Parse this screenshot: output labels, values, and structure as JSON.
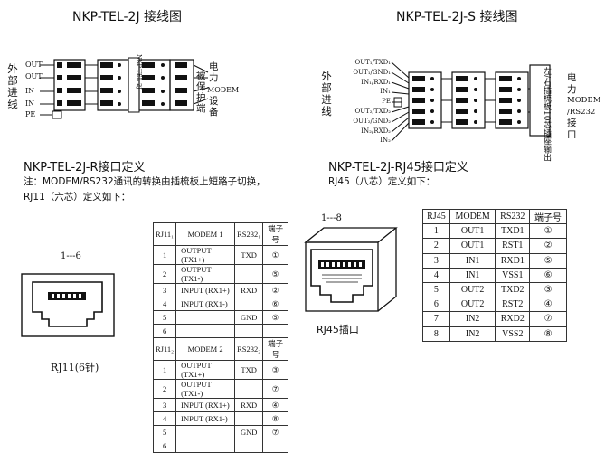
{
  "titles": {
    "left": "NKP-TEL-2J 接线图",
    "right": "NKP-TEL-2J-S 接线图"
  },
  "left_diagram": {
    "side_left": "外部进线",
    "ports": [
      "OUT",
      "OUT",
      "IN",
      "IN"
    ],
    "pe": "PE",
    "device_label": "NKP-TEL-2J",
    "side_right": [
      "电",
      "被",
      "力",
      "保",
      "MODEM",
      "护",
      "设",
      "端",
      "备"
    ]
  },
  "right_diagram": {
    "side_left": "外部进线",
    "ports": [
      "OUT₁/TXD₁",
      "OUT₁/GND₁",
      "IN₁/RXD₁",
      "IN₁",
      "PE",
      "OUT₂/TXD₂",
      "OUT₂/GND₂",
      "IN₂/RXD₂",
      "IN₂"
    ],
    "board_label": "左/右插梳板10芯插座输出",
    "side_right": [
      "电",
      "力",
      "MODEM",
      "/RS232",
      "接",
      "口"
    ]
  },
  "rj11_section": {
    "heading": "NKP-TEL-2J-R接口定义",
    "note_line1": "注：MODEM/RS232通讯的转换由插梳板上短路子切换，",
    "note_line2": "RJ11（六芯）定义如下：",
    "pin_range": "1---6",
    "caption": "RJ11(6针)",
    "table1": {
      "headers": [
        "RJ11₁",
        "MODEM 1",
        "RS232₁",
        "端子号"
      ],
      "rows": [
        [
          "1",
          "OUTPUT (TX1+)",
          "TXD",
          "①"
        ],
        [
          "2",
          "OUTPUT (TX1-)",
          "",
          "⑤"
        ],
        [
          "3",
          "INPUT (RX1+)",
          "RXD",
          "②"
        ],
        [
          "4",
          "INPUT (RX1-)",
          "",
          "⑥"
        ],
        [
          "5",
          "",
          "GND",
          "⑤"
        ],
        [
          "6",
          "",
          "",
          ""
        ]
      ]
    },
    "table2": {
      "headers": [
        "RJ11₂",
        "MODEM 2",
        "RS232₂",
        "端子号"
      ],
      "rows": [
        [
          "1",
          "OUTPUT (TX1+)",
          "TXD",
          "③"
        ],
        [
          "2",
          "OUTPUT (TX1-)",
          "",
          "⑦"
        ],
        [
          "3",
          "INPUT (RX1+)",
          "RXD",
          "④"
        ],
        [
          "4",
          "INPUT (RX1-)",
          "",
          "⑧"
        ],
        [
          "5",
          "",
          "GND",
          "⑦"
        ],
        [
          "6",
          "",
          "",
          ""
        ]
      ]
    }
  },
  "rj45_section": {
    "heading": "NKP-TEL-2J-RJ45接口定义",
    "note": "RJ45（八芯）定义如下：",
    "pin_range": "1---8",
    "caption": "RJ45插口",
    "table": {
      "headers": [
        "RJ45",
        "MODEM",
        "RS232",
        "端子号"
      ],
      "rows": [
        [
          "1",
          "OUT1",
          "TXD1",
          "①"
        ],
        [
          "2",
          "OUT1",
          "RST1",
          "②"
        ],
        [
          "3",
          "IN1",
          "RXD1",
          "⑤"
        ],
        [
          "4",
          "IN1",
          "VSS1",
          "⑥"
        ],
        [
          "5",
          "OUT2",
          "TXD2",
          "③"
        ],
        [
          "6",
          "OUT2",
          "RST2",
          "④"
        ],
        [
          "7",
          "IN2",
          "RXD2",
          "⑦"
        ],
        [
          "8",
          "IN2",
          "VSS2",
          "⑧"
        ]
      ]
    }
  }
}
